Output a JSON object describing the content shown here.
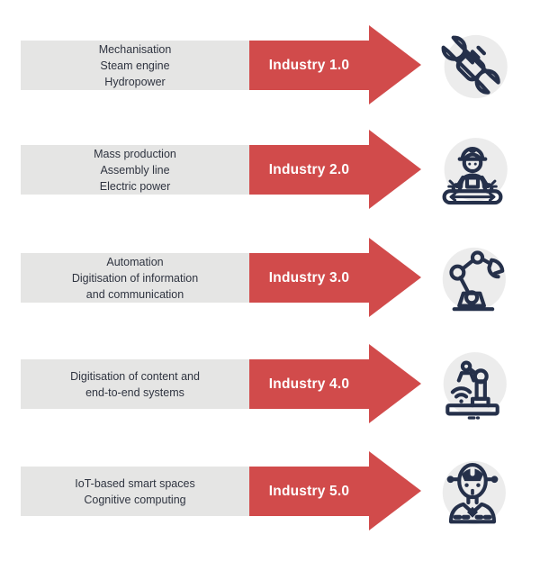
{
  "colors": {
    "arrow_red": "#d14b4b",
    "box_gray": "#e5e5e4",
    "icon_circle_gray": "#ececec",
    "text_dark": "#2f3440",
    "icon_navy": "#25304a",
    "label_white": "#ffffff"
  },
  "rows": [
    {
      "lines": [
        "Mechanisation",
        "Steam engine",
        "Hydropower"
      ],
      "label": "Industry 1.0",
      "icon": "hand-holding-wrench-icon"
    },
    {
      "lines": [
        "Mass production",
        "Assembly line",
        "Electric power"
      ],
      "label": "Industry 2.0",
      "icon": "factory-worker-conveyor-icon"
    },
    {
      "lines": [
        "Automation",
        "Digitisation of information",
        "and communication"
      ],
      "label": "Industry 3.0",
      "icon": "robot-arm-icon"
    },
    {
      "lines": [
        "Digitisation of content and",
        "end-to-end systems"
      ],
      "label": "Industry 4.0",
      "icon": "connected-robot-arm-wifi-icon"
    },
    {
      "lines": [
        "IoT-based smart spaces",
        "Cognitive computing"
      ],
      "label": "Industry 5.0",
      "icon": "humanoid-robot-icon"
    }
  ]
}
